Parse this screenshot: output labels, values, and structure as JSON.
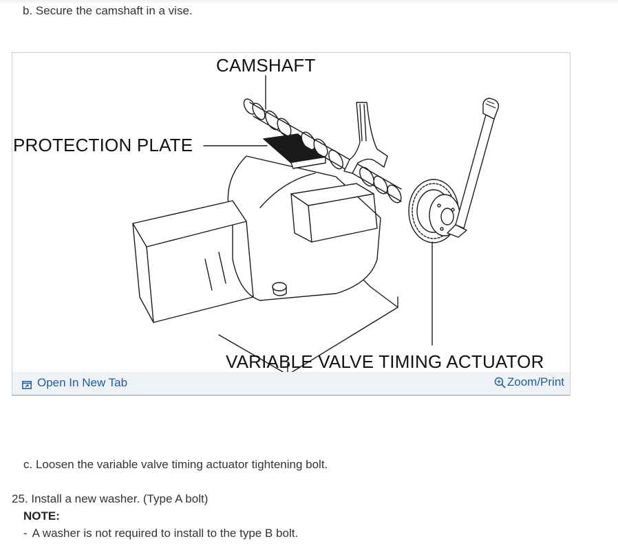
{
  "steps": {
    "b": "b. Secure the camshaft in a vise.",
    "c": "c. Loosen the variable valve timing actuator tightening bolt.",
    "step25": "25. Install a new washer. (Type A bolt)",
    "note_title": "NOTE:",
    "note_dash": "-",
    "note_item": "A washer is not required to install to the type B bolt."
  },
  "figure": {
    "labels": {
      "camshaft": "CAMSHAFT",
      "protection_plate": "PROTECTION PLATE",
      "vvt_actuator": "VARIABLE VALVE TIMING ACTUATOR"
    },
    "footer": {
      "open_tab": "Open In New Tab",
      "zoom_print": "Zoom/Print",
      "open_tab_icon": "open-new-tab-icon",
      "zoom_icon": "zoom-in-icon",
      "link_color": "#1b5e9c",
      "bar_color": "#eef1f5"
    }
  }
}
